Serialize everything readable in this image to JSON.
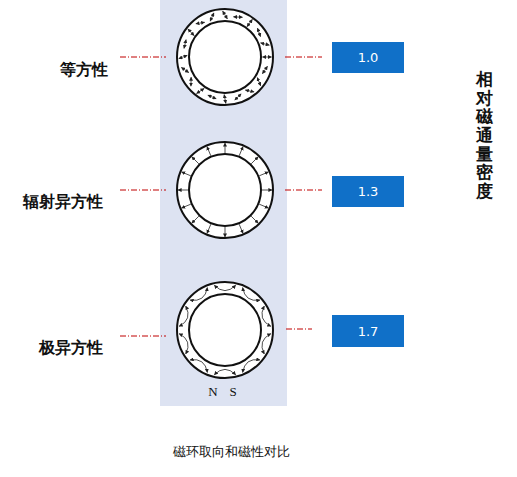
{
  "diagram": {
    "caption": "磁环取向和磁性对比",
    "nodes": [
      {
        "text": [
          "1.0"
        ]
      },
      {
        "text": [
          "1.3"
        ]
      },
      {
        "text": [
          "1.7"
        ]
      }
    ],
    "labels": [
      "等方性",
      "辐射异方性",
      "极异方性",
      "N",
      "S",
      "相对磁通量密度"
    ]
  }
}
